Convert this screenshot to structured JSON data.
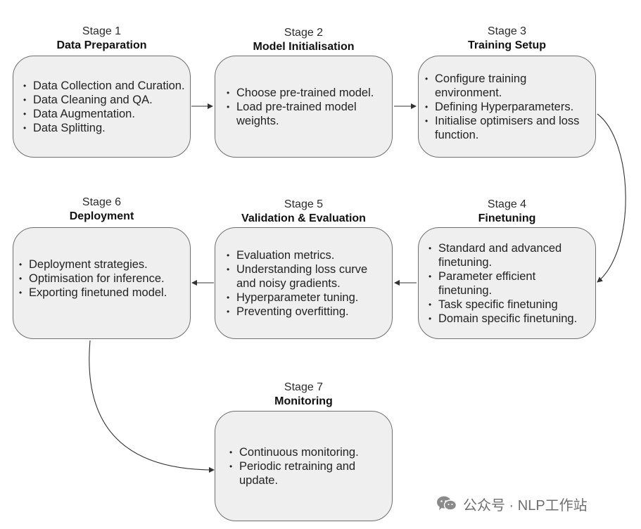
{
  "stages": [
    {
      "number": "Stage 1",
      "title": "Data Preparation",
      "items": [
        "Data Collection and Curation.",
        "Data Cleaning and QA.",
        "Data Augmentation.",
        "Data Splitting."
      ]
    },
    {
      "number": "Stage 2",
      "title": "Model Initialisation",
      "items": [
        "Choose pre-trained model.",
        "Load pre-trained model weights."
      ]
    },
    {
      "number": "Stage 3",
      "title": "Training Setup",
      "items": [
        "Configure training environment.",
        "Defining Hyperparameters.",
        "Initialise optimisers and loss function."
      ]
    },
    {
      "number": "Stage 4",
      "title": "Finetuning",
      "items": [
        "Standard and advanced finetuning.",
        "Parameter efficient finetuning.",
        "Task specific finetuning",
        "Domain specific finetuning."
      ]
    },
    {
      "number": "Stage 5",
      "title": "Validation & Evaluation",
      "items": [
        "Evaluation metrics.",
        "Understanding loss curve and noisy gradients.",
        "Hyperparameter tuning.",
        "Preventing overfitting."
      ]
    },
    {
      "number": "Stage 6",
      "title": "Deployment",
      "items": [
        "Deployment strategies.",
        "Optimisation for inference.",
        "Exporting finetuned model."
      ]
    },
    {
      "number": "Stage 7",
      "title": "Monitoring",
      "items": [
        "Continuous monitoring.",
        "Periodic retraining and update."
      ]
    }
  ],
  "watermark": {
    "text": "公众号 · NLP工作站",
    "icon": "wechat-icon"
  },
  "colors": {
    "box_fill": "#efefef",
    "box_border": "#6f6f6f",
    "connector": "#333333"
  }
}
